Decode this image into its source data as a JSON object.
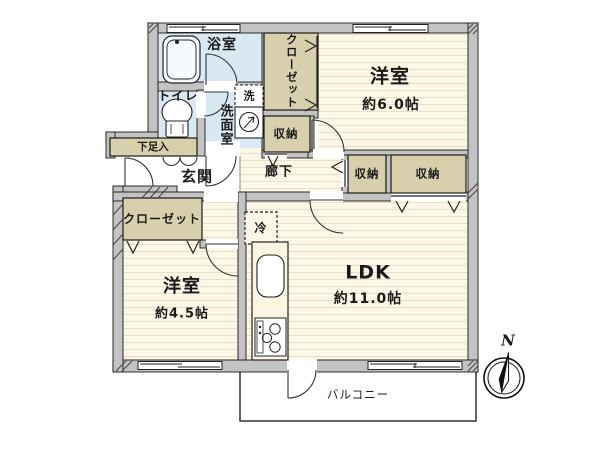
{
  "plan": {
    "title": "2LDK apartment floor plan",
    "rooms": {
      "bathroom": {
        "label": "浴室"
      },
      "toilet": {
        "label": "トイレ"
      },
      "washroom": {
        "label": "洗面室"
      },
      "laundry": {
        "label": "洗"
      },
      "shoe_cabinet": {
        "label": "下足入"
      },
      "entrance": {
        "label": "玄関"
      },
      "hallway": {
        "label": "廊下"
      },
      "closet_upper": {
        "label": "クローゼット"
      },
      "storage_hall": {
        "label": "収納"
      },
      "storage_mid_left": {
        "label": "収納"
      },
      "storage_mid_right": {
        "label": "収納"
      },
      "closet_lower": {
        "label": "クローゼット"
      },
      "bedroom1": {
        "name": "洋室",
        "size": "約6.0帖"
      },
      "bedroom2": {
        "name": "洋室",
        "size": "約4.5帖"
      },
      "ldk": {
        "name": "LDK",
        "size": "約11.0帖"
      },
      "refrigerator": {
        "label": "冷"
      },
      "balcony": {
        "label": "バルコニー"
      }
    },
    "compass": {
      "north_label": "N"
    },
    "colors": {
      "wall": "#c3c3c3",
      "outline": "#1a1a1a",
      "floor": "#fcf7e6",
      "floor_stripe": "#e7dfc6",
      "wet_area": "#d9e9f3",
      "storage": "#d8d0ac",
      "balcony_bg": "#ffffff"
    }
  }
}
